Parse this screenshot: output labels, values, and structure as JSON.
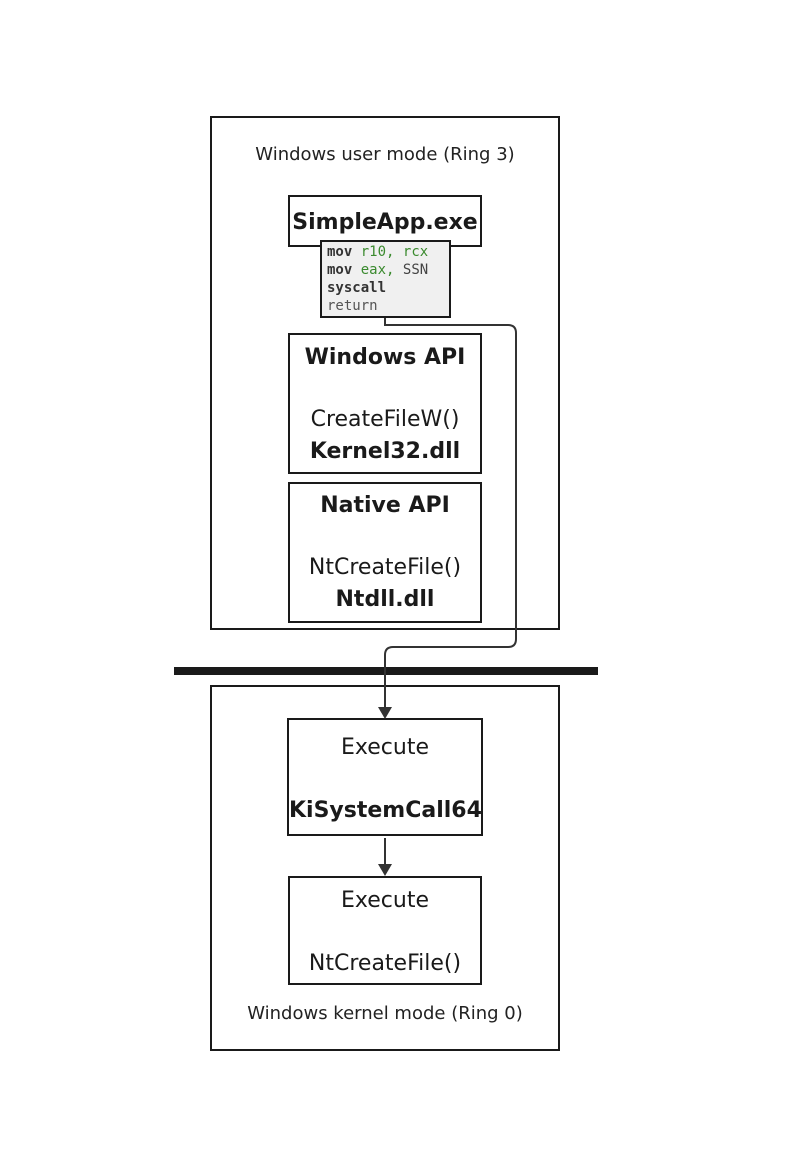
{
  "user_mode": {
    "label": "Windows user mode (Ring 3)",
    "app": {
      "title": "SimpleApp.exe",
      "code": {
        "line1": {
          "op": "mov",
          "a": "r10,",
          "b": "rcx"
        },
        "line2": {
          "op": "mov",
          "a": "eax,",
          "b": "SSN"
        },
        "line3": "syscall",
        "line4": "return"
      }
    },
    "windows_api": {
      "title": "Windows API",
      "function": "CreateFileW()",
      "library": "Kernel32.dll"
    },
    "native_api": {
      "title": "Native API",
      "function": "NtCreateFile()",
      "library": "Ntdll.dll"
    }
  },
  "kernel_mode": {
    "label": "Windows kernel mode (Ring 0)",
    "step1": {
      "action": "Execute",
      "target": "KiSystemCall64"
    },
    "step2": {
      "action": "Execute",
      "target": "NtCreateFile()"
    }
  },
  "colors": {
    "stroke": "#1a1a1a",
    "code_bg": "#f0f0f0",
    "register": "#3a8a2e"
  }
}
